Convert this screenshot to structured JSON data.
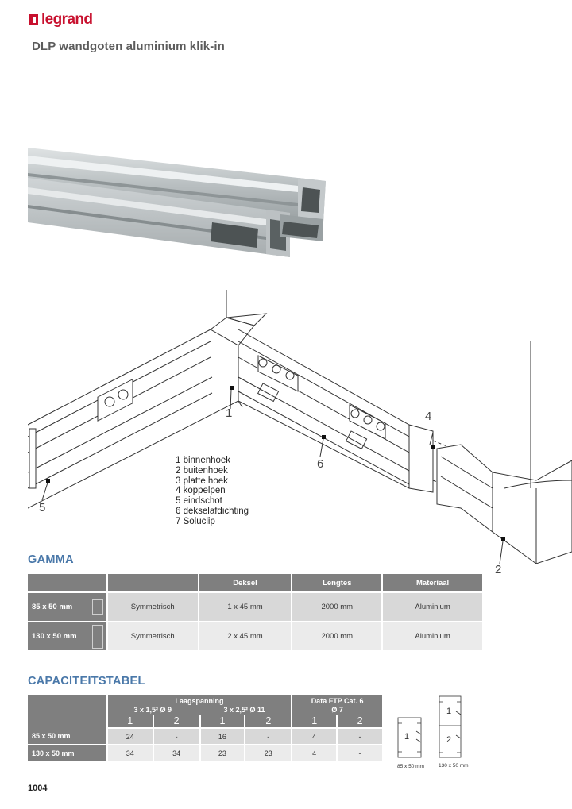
{
  "header": {
    "brand": "legrand",
    "title": "DLP wandgoten aluminium klik-in"
  },
  "diagram": {
    "callouts": [
      "1",
      "2",
      "4",
      "5",
      "6"
    ],
    "legend": [
      "1 binnenhoek",
      "2 buitenhoek",
      "3 platte hoek",
      "4 koppelpen",
      "5 eindschot",
      "6 dekselafdichting",
      "7 Soluclip"
    ]
  },
  "gamma": {
    "heading": "GAMMA",
    "columns": [
      "",
      "",
      "Deksel",
      "Lengtes",
      "Materiaal"
    ],
    "rows": [
      {
        "size": "85 x 50 mm",
        "type": "Symmetrisch",
        "deksel": "1 x 45 mm",
        "lengte": "2000 mm",
        "materiaal": "Aluminium"
      },
      {
        "size": "130 x 50 mm",
        "type": "Symmetrisch",
        "deksel": "2 x 45 mm",
        "lengte": "2000 mm",
        "materiaal": "Aluminium"
      }
    ]
  },
  "capaciteit": {
    "heading": "CAPACITEITSTABEL",
    "group_laag": "Laagspanning",
    "group_laag_a": "3 x 1,5² Ø 9",
    "group_laag_b": "3 x 2,5² Ø 11",
    "group_data": "Data FTP Cat. 6",
    "group_data_sub": "Ø 7",
    "compartments": [
      "1",
      "2",
      "1",
      "2",
      "1",
      "2"
    ],
    "rows": [
      {
        "size": "85 x 50 mm",
        "values": [
          "24",
          "-",
          "16",
          "-",
          "4",
          "-"
        ]
      },
      {
        "size": "130 x 50 mm",
        "values": [
          "34",
          "34",
          "23",
          "23",
          "4",
          "-"
        ]
      }
    ]
  },
  "profiles": {
    "p85_label": "85 x 50 mm",
    "p85_num": "1",
    "p130_label": "130 x 50 mm",
    "p130_num_top": "1",
    "p130_num_bottom": "2"
  },
  "page_number": "1004"
}
